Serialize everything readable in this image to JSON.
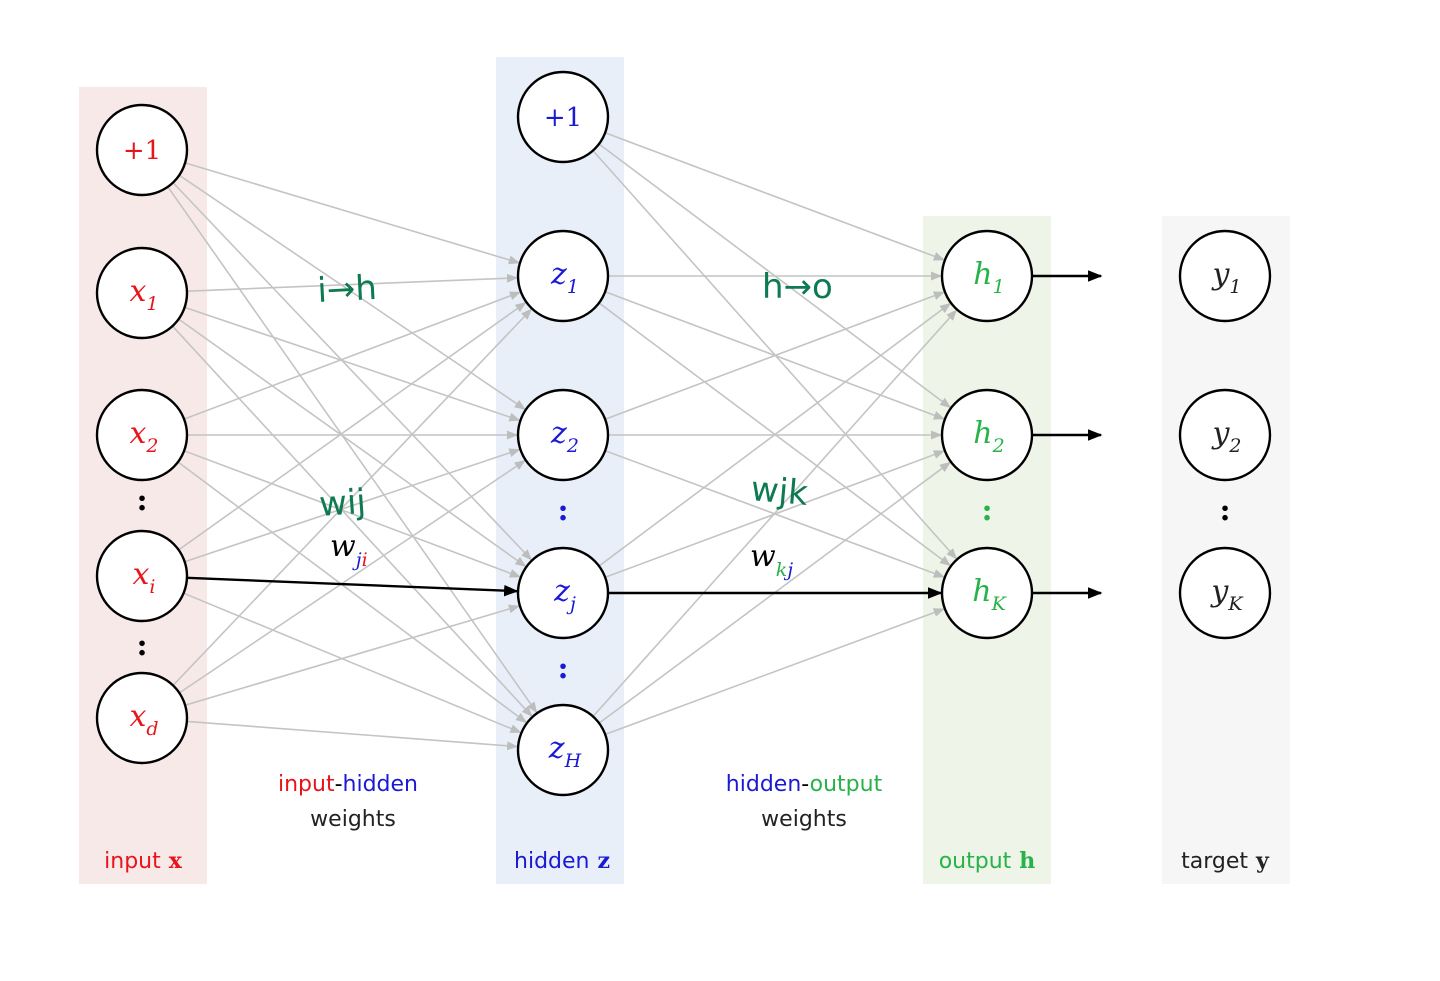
{
  "colors": {
    "input": "#e8141b",
    "hidden": "#1a1ad4",
    "output": "#27b24a",
    "target": "#222222",
    "annotation": "#0e7a52",
    "edge": "#c4c4c4",
    "panel_input": "#f8e9e9",
    "panel_hidden": "#e9eff8",
    "panel_output": "#eef4e7",
    "panel_target": "#f6f6f6"
  },
  "layers": {
    "input": {
      "label_word": "input",
      "label_symbol": "x",
      "nodes": [
        {
          "base": "+1",
          "sub": ""
        },
        {
          "base": "x",
          "sub": "1"
        },
        {
          "base": "x",
          "sub": "2"
        },
        {
          "base": "x",
          "sub": "i"
        },
        {
          "base": "x",
          "sub": "d"
        }
      ]
    },
    "hidden": {
      "label_word": "hidden",
      "label_symbol": "z",
      "nodes": [
        {
          "base": "+1",
          "sub": ""
        },
        {
          "base": "z",
          "sub": "1"
        },
        {
          "base": "z",
          "sub": "2"
        },
        {
          "base": "z",
          "sub": "j"
        },
        {
          "base": "z",
          "sub": "H"
        }
      ]
    },
    "output": {
      "label_word": "output",
      "label_symbol": "h",
      "nodes": [
        {
          "base": "h",
          "sub": "1"
        },
        {
          "base": "h",
          "sub": "2"
        },
        {
          "base": "h",
          "sub": "K"
        }
      ]
    },
    "target": {
      "label_word": "target",
      "label_symbol": "y",
      "nodes": [
        {
          "base": "y",
          "sub": "1"
        },
        {
          "base": "y",
          "sub": "2"
        },
        {
          "base": "y",
          "sub": "K"
        }
      ]
    }
  },
  "weights": {
    "input_hidden": {
      "symbol": "w",
      "sub_first": "j",
      "sub_second": "i",
      "caption_word1": "input",
      "caption_dash": "-",
      "caption_word2": "hidden",
      "caption_line2": "weights"
    },
    "hidden_output": {
      "symbol": "w",
      "sub_first": "k",
      "sub_second": "j",
      "caption_word1": "hidden",
      "caption_dash": "-",
      "caption_word2": "output",
      "caption_line2": "weights"
    }
  },
  "annotations": {
    "i_to_h": "i→h",
    "h_to_o": "h→o",
    "w_ij": "wij",
    "w_jk": "wjk"
  },
  "ellipsis": ":"
}
